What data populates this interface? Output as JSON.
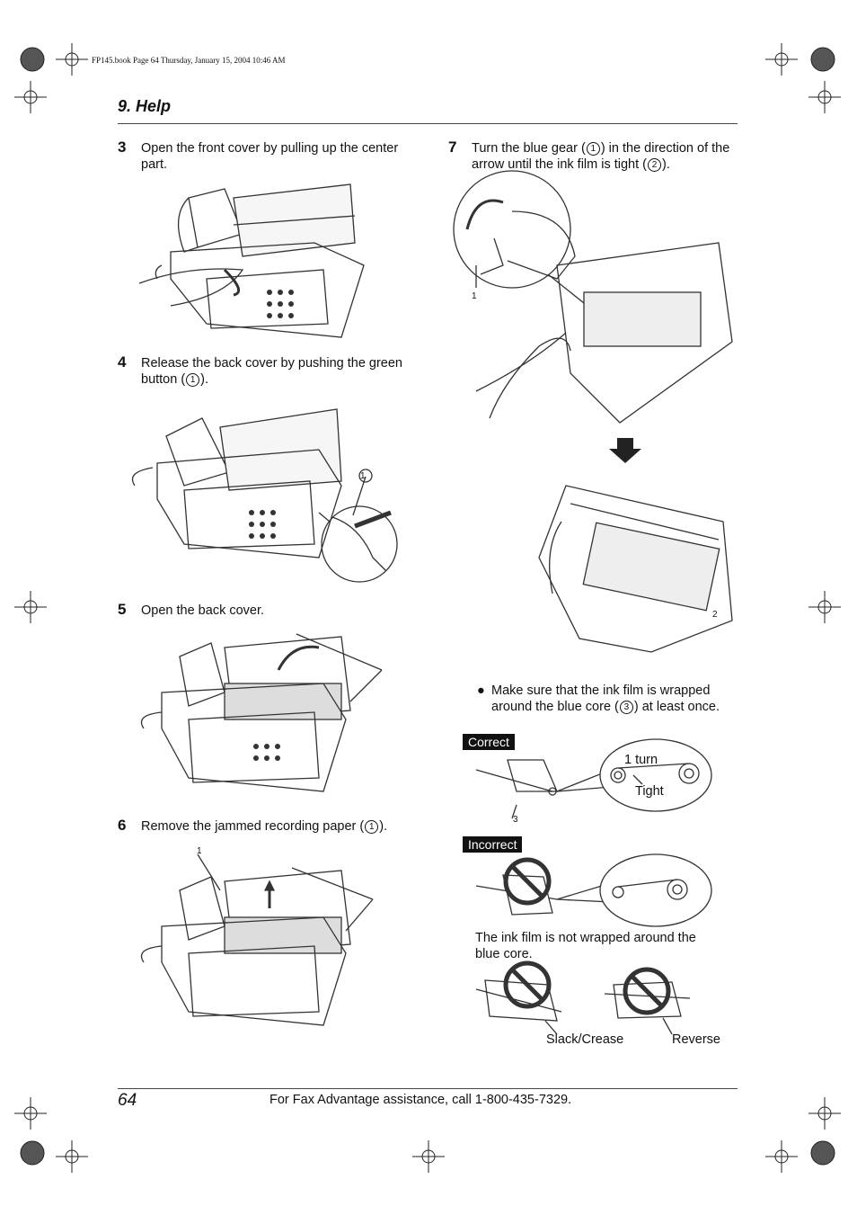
{
  "header": {
    "bookline": "FP145.book  Page 64  Thursday, January 15, 2004  10:46 AM",
    "section": "9. Help"
  },
  "steps": {
    "s3": {
      "num": "3",
      "line1": "Open the front cover by pulling up the center",
      "line2": "part."
    },
    "s4": {
      "num": "4",
      "line1": "Release the back cover by pushing the green",
      "line2_pre": "button (",
      "circ": "1",
      "line2_post": ")."
    },
    "s5": {
      "num": "5",
      "line1": "Open the back cover."
    },
    "s6": {
      "num": "6",
      "pre": "Remove the jammed recording paper (",
      "circ": "1",
      "post": ")."
    },
    "s7": {
      "num": "7",
      "l1_pre": "Turn the blue gear (",
      "l1_circ": "1",
      "l1_post": ") in the direction of the",
      "l2_pre": "arrow until the ink film is tight (",
      "l2_circ": "2",
      "l2_post": ")."
    }
  },
  "callouts": {
    "c1": "1",
    "c2": "2",
    "c3": "3"
  },
  "note": {
    "bullet": "●",
    "line1": "Make sure that the ink film is wrapped",
    "line2_pre": "around the blue core (",
    "circ": "3",
    "line2_post": ") at least once."
  },
  "labels": {
    "correct": "Correct",
    "incorrect": "Incorrect",
    "one_turn": "1 turn",
    "tight": "Tight",
    "not_wrapped_1": "The ink film is not wrapped around the",
    "not_wrapped_2": "blue core.",
    "slack": "Slack/Crease",
    "reverse": "Reverse"
  },
  "footer": {
    "page": "64",
    "text": "For Fax Advantage assistance, call 1-800-435-7329."
  }
}
